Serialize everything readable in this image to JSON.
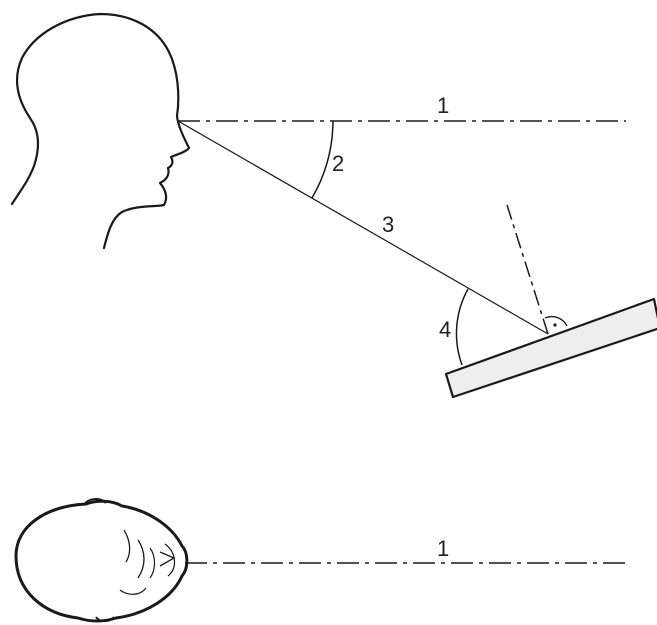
{
  "labels": {
    "side_view_line": "1",
    "elevation_angle": "2",
    "viewing_line": "3",
    "incidence_angle": "4",
    "top_view_line": "1"
  },
  "colors": {
    "stroke": "#1a1a1a",
    "panel_fill": "#eeeeee",
    "background": "#ffffff"
  }
}
